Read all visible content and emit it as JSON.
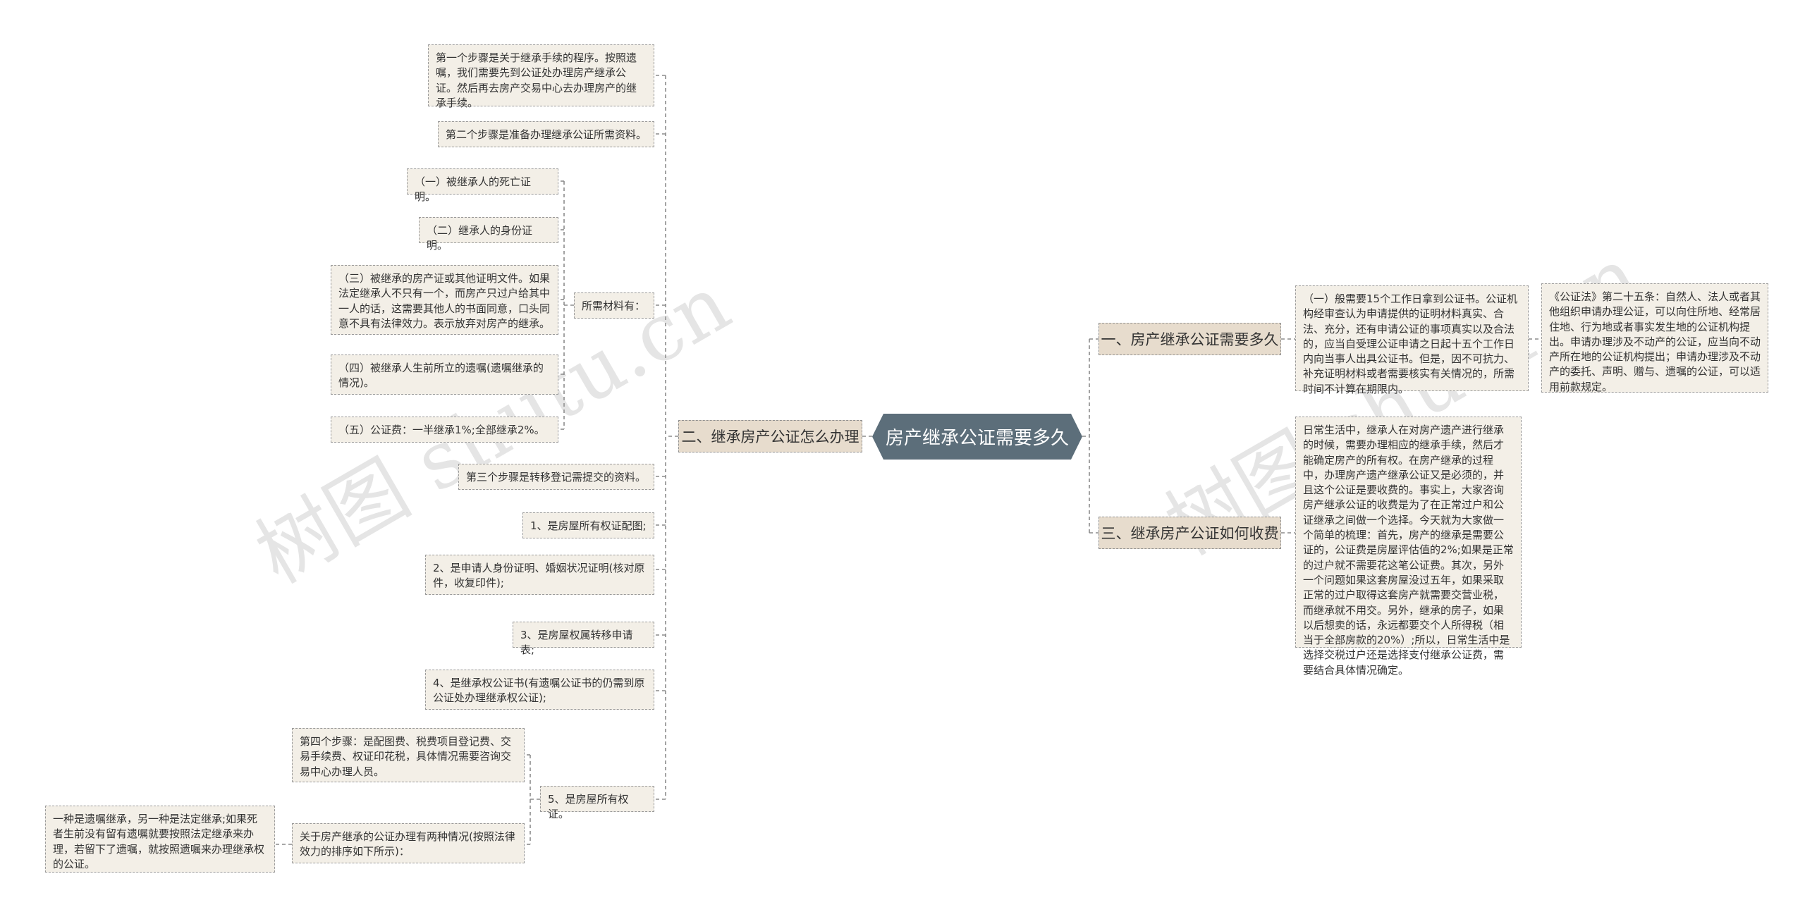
{
  "root": "房产继承公证需要多久",
  "branches": {
    "left": "二、继承房产公证怎么办理",
    "right1": "一、房产继承公证需要多久",
    "right2": "三、继承房产公证如何收费"
  },
  "left_nodes": {
    "step1": "第一个步骤是关于继承手续的程序。按照遗嘱，我们需要先到公证处办理房产继承公证。然后再去房产交易中心去办理房产的继承手续。",
    "step2": "第二个步骤是准备办理继承公证所需资料。",
    "materials": "所需材料有：",
    "m1": "（一）被继承人的死亡证明。",
    "m2": "（二）继承人的身份证明。",
    "m3": "（三）被继承的房产证或其他证明文件。如果法定继承人不只有一个，而房产只过户给其中一人的话，这需要其他人的书面同意，口头同意不具有法律效力。表示放弃对房产的继承。",
    "m4": "（四）被继承人生前所立的遗嘱(遗嘱继承的情况)。",
    "m5": "（五）公证费：一半继承1%;全部继承2%。",
    "step3": "第三个步骤是转移登记需提交的资料。",
    "d1": "1、是房屋所有权证配图;",
    "d2": "2、是申请人身份证明、婚姻状况证明(核对原件，收复印件);",
    "d3": "3、是房屋权属转移申请表;",
    "d4": "4、是继承权公证书(有遗嘱公证书的仍需到原公证处办理继承权公证);",
    "d5": "5、是房屋所有权证。",
    "step4": "第四个步骤：是配图费、税费项目登记费、交易手续费、权证印花税，具体情况需要咨询交易中心办理人员。",
    "order": "关于房产继承的公证办理有两种情况(按照法律效力的排序如下所示)：",
    "order_detail": "一种是遗嘱继承，另一种是法定继承;如果死者生前没有留有遗嘱就要按照法定继承来办理，若留下了遗嘱，就按照遗嘱来办理继承权的公证。"
  },
  "right_nodes": {
    "r1": "（一）般需要15个工作日拿到公证书。公证机构经审查认为申请提供的证明材料真实、合法、充分，还有申请公证的事项真实以及合法的，应当自受理公证申请之日起十五个工作日内向当事人出具公证书。但是，因不可抗力、补充证明材料或者需要核实有关情况的，所需时间不计算在期限内。",
    "r1_law": "《公证法》第二十五条：自然人、法人或者其他组织申请办理公证，可以向住所地、经常居住地、行为地或者事实发生地的公证机构提出。申请办理涉及不动产的公证，应当向不动产所在地的公证机构提出；申请办理涉及不动产的委托、声明、赠与、遗嘱的公证，可以适用前款规定。",
    "r3": "日常生活中，继承人在对房产遗产进行继承的时候，需要办理相应的继承手续，然后才能确定房产的所有权。在房产继承的过程中，办理房产遗产继承公证又是必须的，并且这个公证是要收费的。事实上，大家咨询房产继承公证的收费是为了在正常过户和公证继承之间做一个选择。今天就为大家做一个简单的梳理：首先，房产的继承是需要公证的，公证费是房屋评估值的2%;如果是正常的过户就不需要花这笔公证费。其次，另外一个问题如果这套房屋没过五年，如果采取正常的过户取得这套房产就需要交营业税，而继承就不用交。另外，继承的房子，如果以后想卖的话，永远都要交个人所得税（相当于全部房款的20%）;所以，日常生活中是选择交税过户还是选择支付继承公证费，需要结合具体情况确定。"
  },
  "watermark": "树图 shutu.cn",
  "colors": {
    "root_fill": "#5c6e7a",
    "branch_fill": "#e7dccd",
    "node_fill": "#f3efe7",
    "line": "#8c8c8c"
  }
}
